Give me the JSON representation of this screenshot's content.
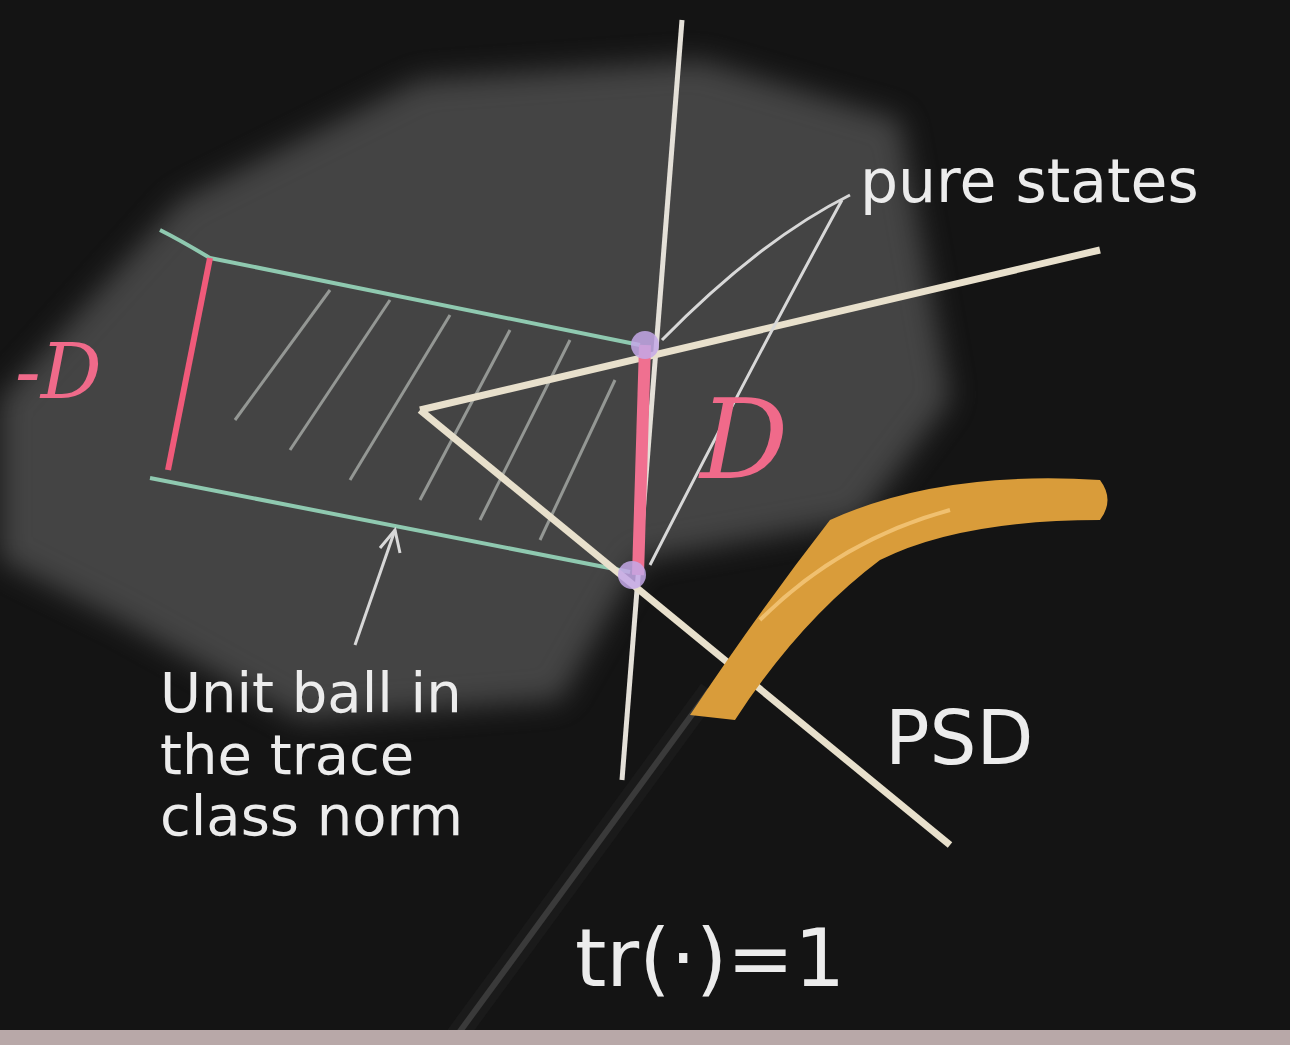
{
  "diagram": {
    "labels": [
      "pure states",
      "-D",
      "D",
      "Unit ball in the trace class norm",
      "PSD",
      "tr(·)=1"
    ]
  }
}
